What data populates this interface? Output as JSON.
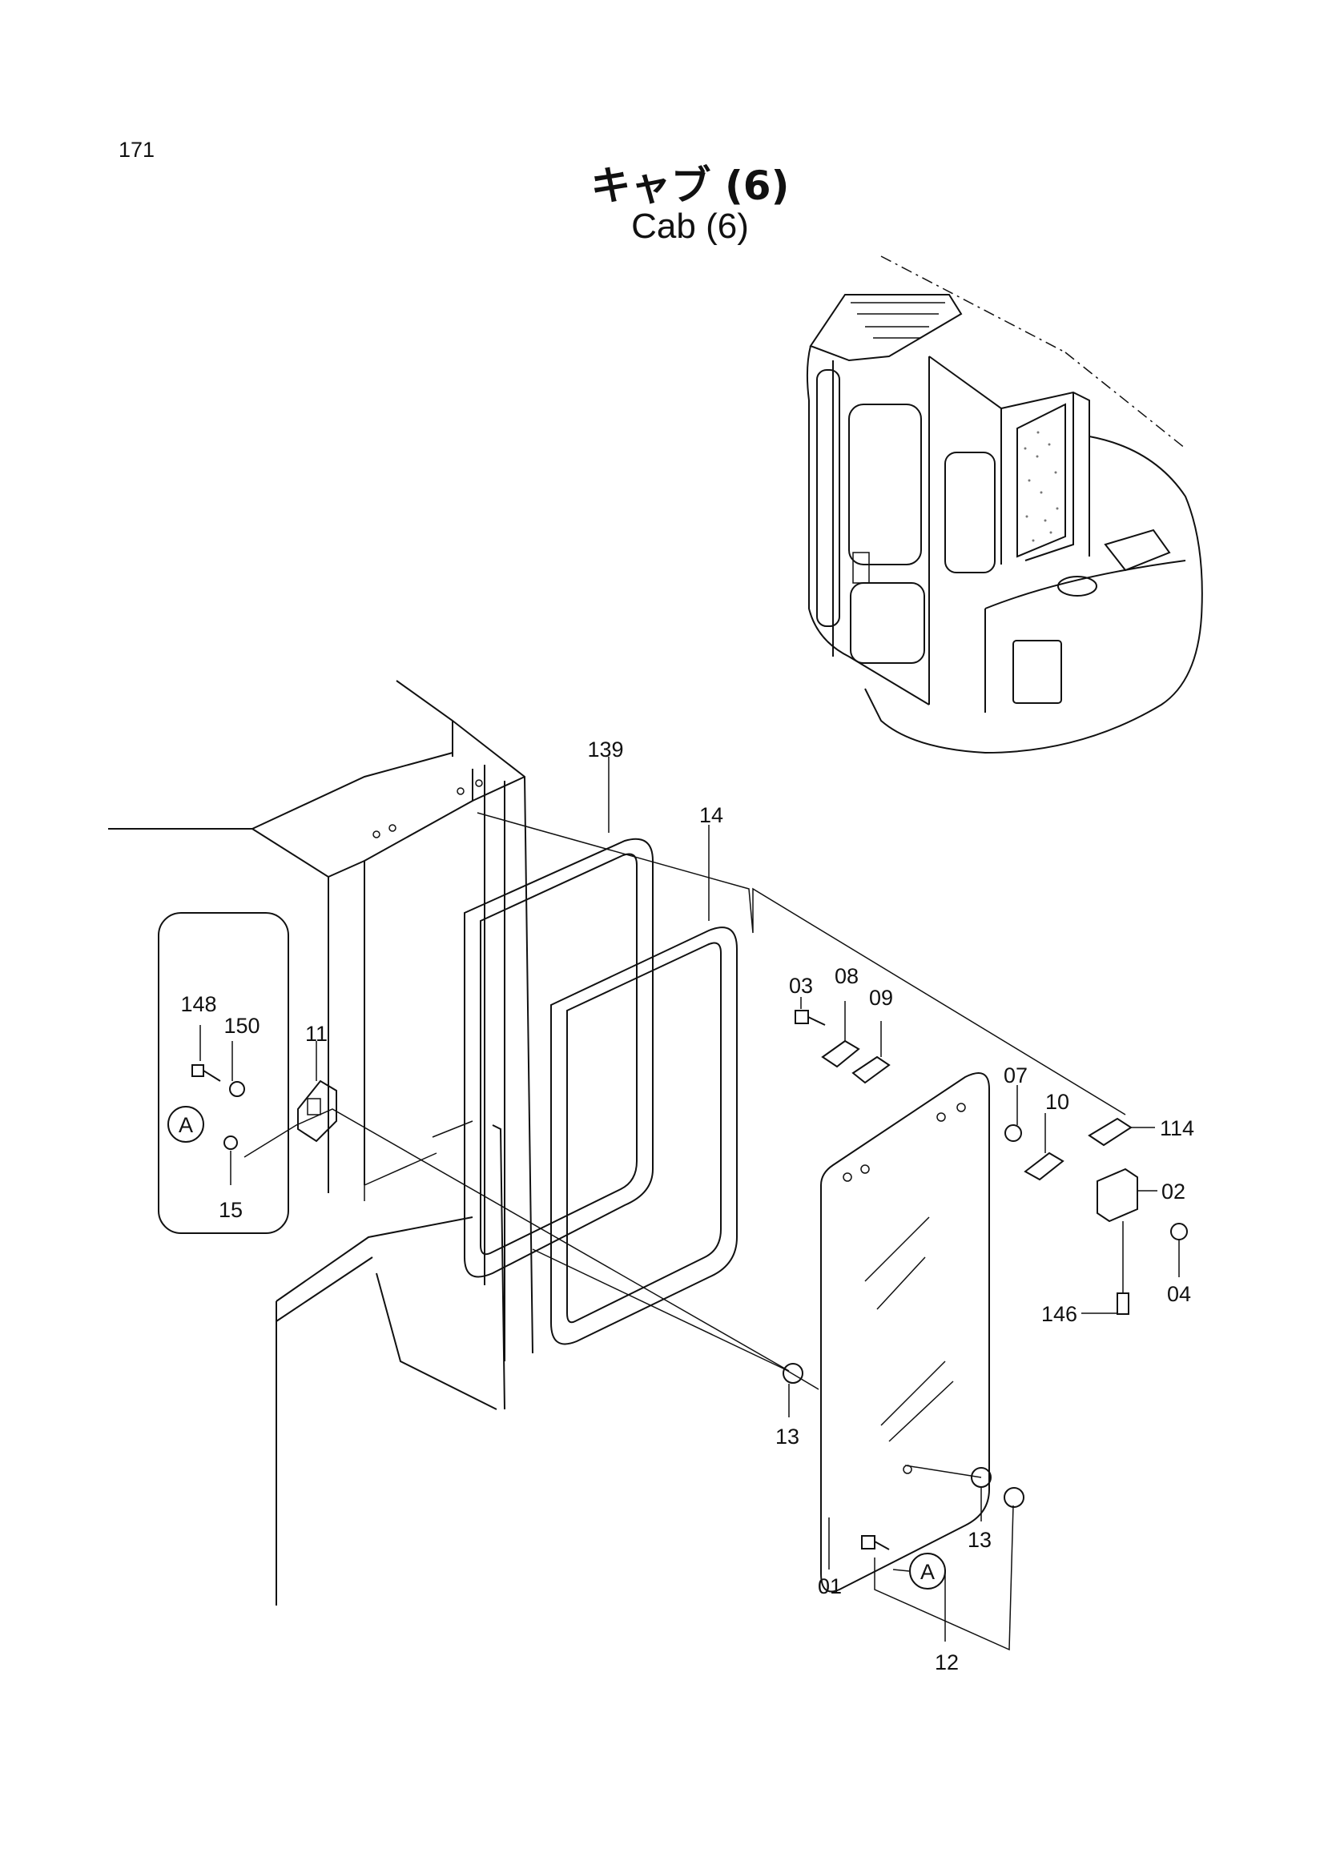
{
  "page": {
    "number": "171"
  },
  "title": {
    "japanese": "キャブ (6)",
    "english": "Cab (6)"
  },
  "callout_letter": "A",
  "parts": [
    {
      "id": "p139",
      "label": "139"
    },
    {
      "id": "p14",
      "label": "14"
    },
    {
      "id": "p03",
      "label": "03"
    },
    {
      "id": "p08",
      "label": "08"
    },
    {
      "id": "p09",
      "label": "09"
    },
    {
      "id": "p148",
      "label": "148"
    },
    {
      "id": "p150",
      "label": "150"
    },
    {
      "id": "p11",
      "label": "11"
    },
    {
      "id": "p15",
      "label": "15"
    },
    {
      "id": "p07",
      "label": "07"
    },
    {
      "id": "p10",
      "label": "10"
    },
    {
      "id": "p114",
      "label": "114"
    },
    {
      "id": "p02",
      "label": "02"
    },
    {
      "id": "p04",
      "label": "04"
    },
    {
      "id": "p146",
      "label": "146"
    },
    {
      "id": "p13a",
      "label": "13"
    },
    {
      "id": "p13b",
      "label": "13"
    },
    {
      "id": "p01",
      "label": "01"
    },
    {
      "id": "p12",
      "label": "12"
    }
  ]
}
